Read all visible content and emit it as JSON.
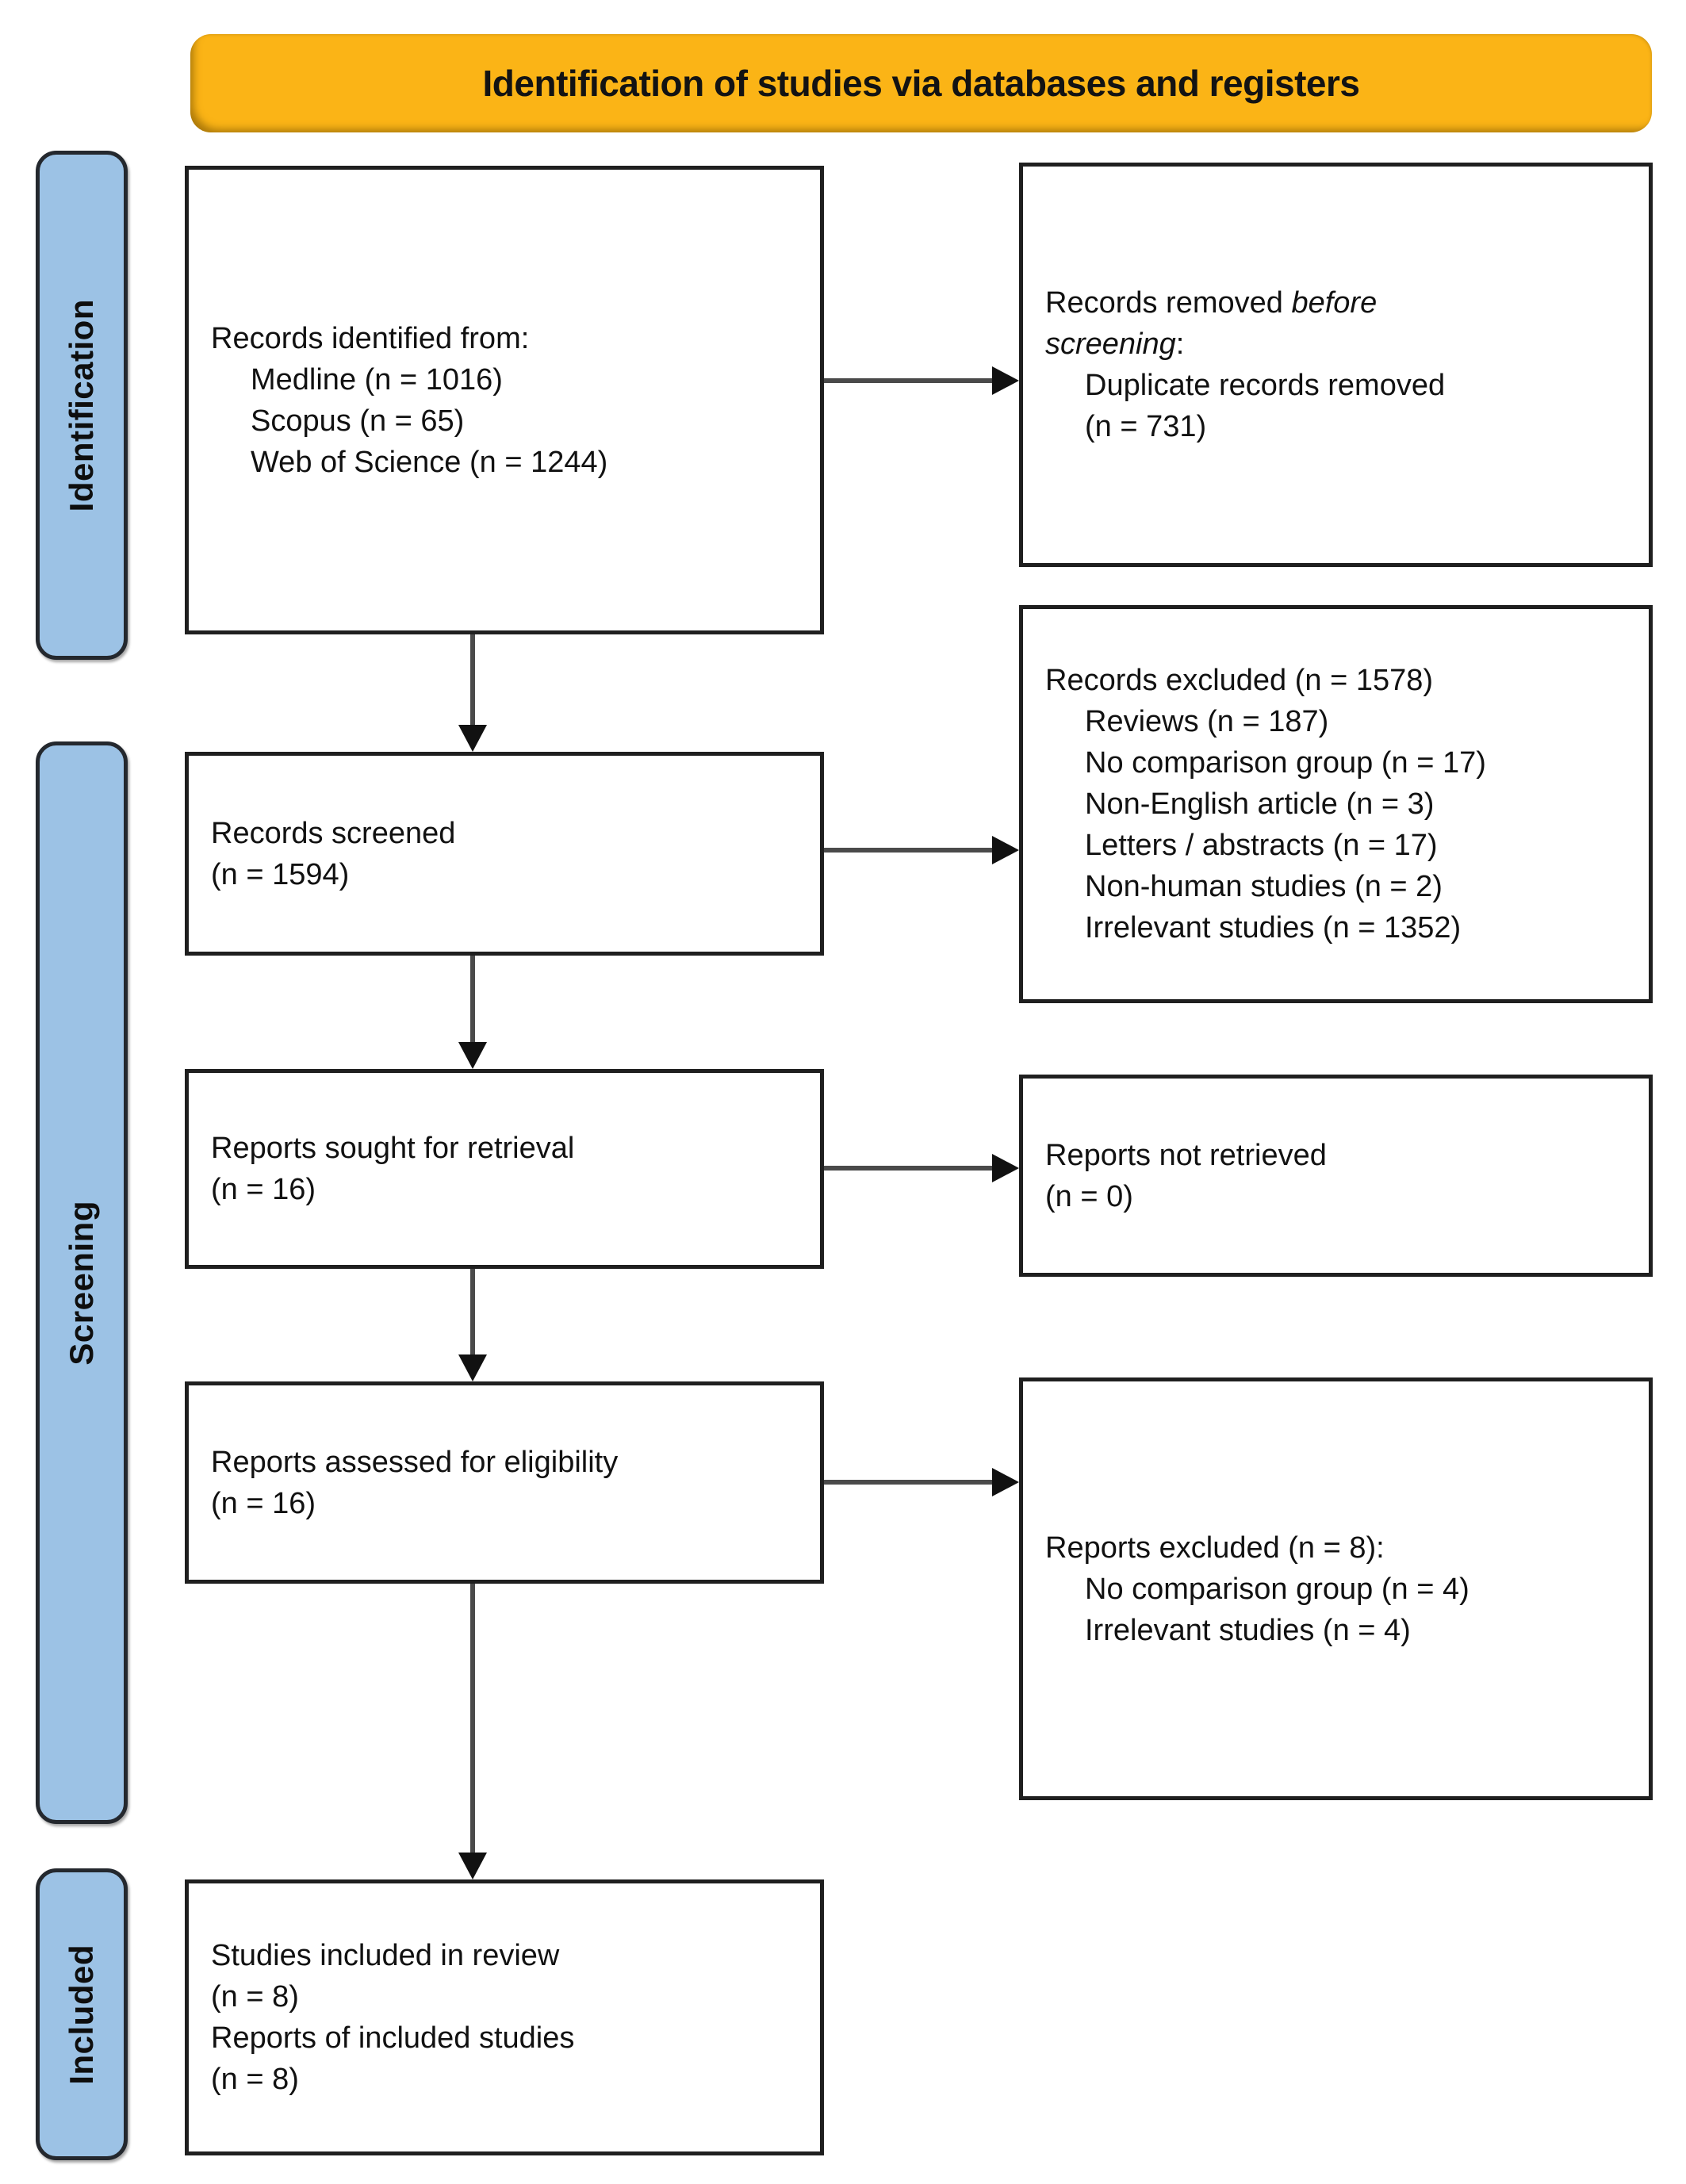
{
  "banner": {
    "title": "Identification of studies via databases and registers"
  },
  "stages": {
    "identification": "Identification",
    "screening": "Screening",
    "included": "Included"
  },
  "boxes": {
    "records_identified": {
      "heading": "Records identified from:",
      "items": [
        "Medline (n = 1016)",
        "Scopus (n = 65)",
        "Web of Science (n = 1244)"
      ]
    },
    "records_removed": {
      "line1_normal": "Records removed ",
      "line1_italic": "before",
      "line2_italic": "screening",
      "line2_normal": ":",
      "items": [
        "Duplicate records removed",
        "(n = 731)"
      ]
    },
    "records_screened": {
      "lines": [
        "Records screened",
        "(n = 1594)"
      ]
    },
    "records_excluded": {
      "heading": "Records excluded (n = 1578)",
      "items": [
        "Reviews (n = 187)",
        "No comparison group (n = 17)",
        "Non-English article (n = 3)",
        "Letters / abstracts (n = 17)",
        "Non-human studies (n = 2)",
        "Irrelevant studies (n = 1352)"
      ]
    },
    "reports_sought": {
      "lines": [
        "Reports sought for retrieval",
        "(n = 16)"
      ]
    },
    "reports_not_retrieved": {
      "lines": [
        "Reports not retrieved",
        "(n = 0)"
      ]
    },
    "reports_assessed": {
      "lines": [
        "Reports assessed for eligibility",
        "(n = 16)"
      ]
    },
    "reports_excluded": {
      "heading": "Reports excluded (n = 8):",
      "items": [
        "No comparison group (n = 4)",
        "Irrelevant studies (n = 4)"
      ]
    },
    "studies_included": {
      "lines": [
        "Studies included in review",
        "(n = 8)",
        "Reports of included studies",
        "(n = 8)"
      ]
    }
  },
  "colors": {
    "banner_fill": "#FBB416",
    "banner_border": "#D49200",
    "stage_fill": "#9CC2E5",
    "stage_border": "#24282E",
    "box_border": "#1F1F1F",
    "arrow_line": "#4A4A4A",
    "arrow_head": "#111111",
    "text": "#111111"
  }
}
